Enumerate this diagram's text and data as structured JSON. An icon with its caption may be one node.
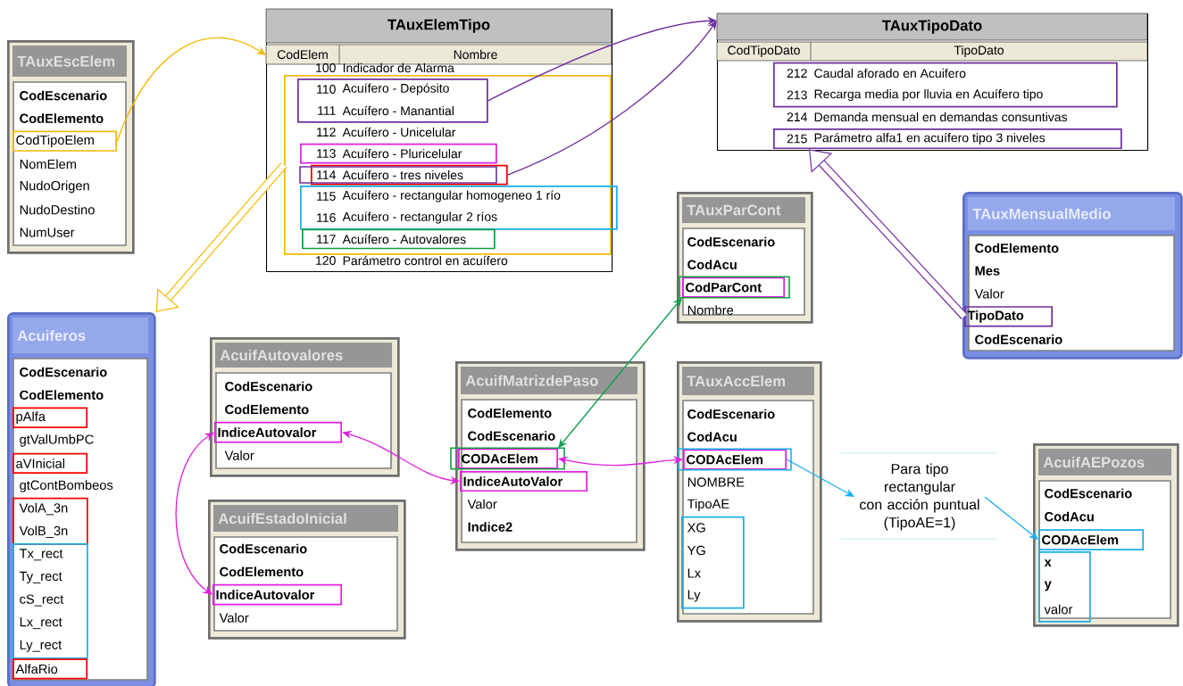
{
  "diagram": {
    "nodes": [
      {
        "text": [
          "TAuxEscElem"
        ]
      },
      {
        "text": [
          "CodEscenario"
        ],
        "in": 0
      },
      {
        "text": [
          "CodElemento"
        ],
        "in": 0
      },
      {
        "text": [
          "CodTipoElem"
        ],
        "in": 0
      },
      {
        "text": [
          "NomElem"
        ],
        "in": 0
      },
      {
        "text": [
          "NudoOrigen"
        ],
        "in": 0
      },
      {
        "text": [
          "NudoDestino"
        ],
        "in": 0
      },
      {
        "text": [
          "NumUser"
        ],
        "in": 0
      },
      {
        "text": [
          "TAuxElemTipo",
          "CodElem",
          "Nombre"
        ]
      },
      {
        "text": [
          "100",
          "Indicador de Alarma"
        ],
        "in": 8
      },
      {
        "text": [],
        "shape": "box",
        "in": 8
      },
      {
        "text": [],
        "shape": "box",
        "in": 10
      },
      {
        "text": [
          "110",
          "Acuífero - Depósito"
        ],
        "in": 11
      },
      {
        "text": [
          "111",
          "Acuífero - Manantial"
        ],
        "in": 11
      },
      {
        "text": [
          "112",
          "Acuífero - Unicelular"
        ],
        "in": 10
      },
      {
        "text": [
          "113",
          "Acuífero - Pluricelular"
        ],
        "in": 10
      },
      {
        "text": [
          "114",
          "Acuífero - tres niveles"
        ],
        "in": 10
      },
      {
        "text": [],
        "shape": "box",
        "in": 10
      },
      {
        "text": [
          "115",
          "Acuífero - rectangular homogeneo 1 río"
        ],
        "in": 17
      },
      {
        "text": [
          "116",
          "Acuífero - rectangular 2 ríos"
        ],
        "in": 17
      },
      {
        "text": [
          "117",
          "Acuífero - Autovalores"
        ],
        "in": 10
      },
      {
        "text": [
          "120",
          "Parámetro control en acuífero"
        ],
        "in": 8
      },
      {
        "text": [
          "TAuxTipoDato",
          "CodTipoDato",
          "TipoDato"
        ]
      },
      {
        "text": [],
        "shape": "box",
        "in": 22
      },
      {
        "text": [
          "212",
          "Caudal aforado en Acuifero"
        ],
        "in": 23
      },
      {
        "text": [
          "213",
          "Recarga media por lluvia en Acuífero tipo"
        ],
        "in": 23
      },
      {
        "text": [
          "214",
          "Demanda mensual en demandas consuntivas"
        ],
        "in": 22
      },
      {
        "text": [
          "215",
          "Parámetro alfa1 en acuífero tipo 3 niveles"
        ],
        "in": 22
      },
      {
        "text": [
          "TAuxParCont"
        ]
      },
      {
        "text": [
          "CodEscenario"
        ],
        "in": 28
      },
      {
        "text": [
          "CodAcu"
        ],
        "in": 28
      },
      {
        "text": [
          "CodParCont"
        ],
        "in": 28
      },
      {
        "text": [
          "Nombre"
        ],
        "in": 28
      },
      {
        "text": [
          "TAuxMensualMedio"
        ]
      },
      {
        "text": [
          "CodElemento"
        ],
        "in": 33
      },
      {
        "text": [
          "Mes"
        ],
        "in": 33
      },
      {
        "text": [
          "Valor"
        ],
        "in": 33
      },
      {
        "text": [
          "TipoDato"
        ],
        "in": 33
      },
      {
        "text": [
          "CodEscenario"
        ],
        "in": 33
      },
      {
        "text": [
          "Acuiferos"
        ]
      },
      {
        "text": [
          "CodEscenario"
        ],
        "in": 39
      },
      {
        "text": [
          "CodElemento"
        ],
        "in": 39
      },
      {
        "text": [
          "pAlfa"
        ],
        "in": 39
      },
      {
        "text": [
          "gtValUmbPC"
        ],
        "in": 39
      },
      {
        "text": [
          "aVInicial"
        ],
        "in": 39
      },
      {
        "text": [
          "gtContBombeos"
        ],
        "in": 39
      },
      {
        "text": [],
        "shape": "box",
        "in": 39
      },
      {
        "text": [
          "VolA_3n"
        ],
        "in": 46
      },
      {
        "text": [
          "VolB_3n"
        ],
        "in": 46
      },
      {
        "text": [],
        "shape": "box",
        "in": 39
      },
      {
        "text": [
          "Tx_rect"
        ],
        "in": 49
      },
      {
        "text": [
          "Ty_rect"
        ],
        "in": 49
      },
      {
        "text": [
          "cS_rect"
        ],
        "in": 49
      },
      {
        "text": [
          "Lx_rect"
        ],
        "in": 49
      },
      {
        "text": [
          "Ly_rect"
        ],
        "in": 49
      },
      {
        "text": [
          "AlfaRio"
        ],
        "in": 39
      },
      {
        "text": [
          "AcuifAutovalores"
        ]
      },
      {
        "text": [
          "CodEscenario"
        ],
        "in": 56
      },
      {
        "text": [
          "CodElemento"
        ],
        "in": 56
      },
      {
        "text": [
          "IndiceAutovalor"
        ],
        "in": 56
      },
      {
        "text": [
          "Valor"
        ],
        "in": 56
      },
      {
        "text": [
          "AcuifEstadoInicial"
        ]
      },
      {
        "text": [
          "CodEscenario"
        ],
        "in": 61
      },
      {
        "text": [
          "CodElemento"
        ],
        "in": 61
      },
      {
        "text": [
          "IndiceAutovalor"
        ],
        "in": 61
      },
      {
        "text": [
          "Valor"
        ],
        "in": 61
      },
      {
        "text": [
          "AcuifMatrizdePaso"
        ]
      },
      {
        "text": [
          "CodElemento"
        ],
        "in": 66
      },
      {
        "text": [
          "CodEscenario"
        ],
        "in": 66
      },
      {
        "text": [
          "CODAcElem"
        ],
        "in": 66
      },
      {
        "text": [
          "IndiceAutoValor"
        ],
        "in": 66
      },
      {
        "text": [
          "Valor"
        ],
        "in": 66
      },
      {
        "text": [
          "Indice2"
        ],
        "in": 66
      },
      {
        "text": [
          "TAuxAccElem"
        ]
      },
      {
        "text": [
          "CodEscenario"
        ],
        "in": 73
      },
      {
        "text": [
          "CodAcu"
        ],
        "in": 73
      },
      {
        "text": [
          "CODAcElem"
        ],
        "in": 73
      },
      {
        "text": [
          "NOMBRE"
        ],
        "in": 73
      },
      {
        "text": [
          "TipoAE"
        ],
        "in": 73
      },
      {
        "text": [],
        "shape": "box",
        "in": 73
      },
      {
        "text": [
          "XG"
        ],
        "in": 79
      },
      {
        "text": [
          "YG"
        ],
        "in": 79
      },
      {
        "text": [
          "Lx"
        ],
        "in": 79
      },
      {
        "text": [
          "Ly"
        ],
        "in": 79
      },
      {
        "text": [
          "Para tipo rectangular con acción puntual (TipoAE=1)"
        ]
      },
      {
        "text": [
          "AcuifAEPozos"
        ]
      },
      {
        "text": [
          "CodEscenario"
        ],
        "in": 85
      },
      {
        "text": [
          "CodAcu"
        ],
        "in": 85
      },
      {
        "text": [
          "CODAcElem"
        ],
        "in": 85
      },
      {
        "text": [],
        "shape": "box",
        "in": 85
      },
      {
        "text": [
          "x"
        ],
        "in": 89
      },
      {
        "text": [
          "y"
        ],
        "in": 89
      },
      {
        "text": [
          "valor"
        ],
        "in": 89
      }
    ],
    "edges": [
      {
        "from": 3,
        "to": 8,
        "arrow": "to",
        "color": "#f5b800"
      },
      {
        "from": 10,
        "to": 39,
        "arrow": "to",
        "style": "thick",
        "color": "#f5b800"
      },
      {
        "from": 11,
        "to": 22,
        "arrow": "to",
        "color": "#7030a0"
      },
      {
        "from": 16,
        "to": 22,
        "arrow": "to",
        "color": "#7030a0"
      },
      {
        "from": 37,
        "to": 27,
        "arrow": "to",
        "style": "thick",
        "color": "#7030a0"
      },
      {
        "from": 69,
        "to": 31,
        "arrow": "both",
        "color": "#10a050"
      },
      {
        "from": 69,
        "to": 76,
        "arrow": "both",
        "color": "#e020e0"
      },
      {
        "from": 59,
        "to": 70,
        "arrow": "both",
        "color": "#e020e0"
      },
      {
        "from": 59,
        "to": 64,
        "arrow": "both",
        "color": "#e020e0"
      },
      {
        "from": 76,
        "to": 84,
        "arrow": "to",
        "color": "#18b0e8"
      },
      {
        "from": 84,
        "to": 88,
        "arrow": "to",
        "color": "#18b0e8"
      }
    ]
  }
}
